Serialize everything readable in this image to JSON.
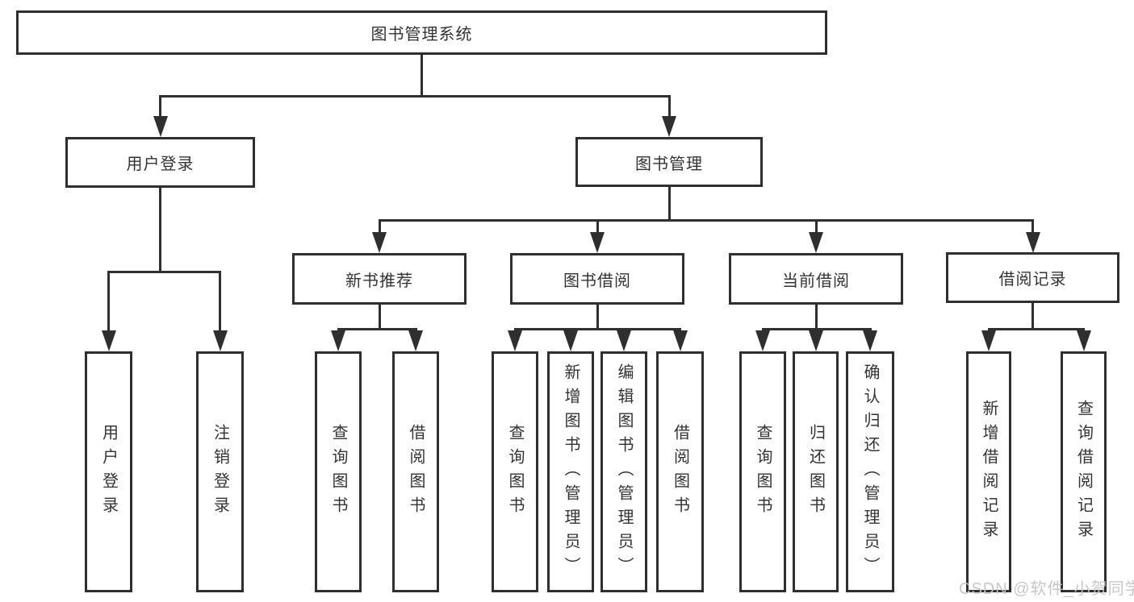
{
  "diagram": {
    "title": "图书管理系统",
    "type": "hierarchy-tree",
    "watermark": "CSDN @软件_小贺同学",
    "colors": {
      "background": "#ffffff",
      "box_fill": "#ffffff",
      "box_border": "#2f2f2f",
      "connector": "#2f2f2f",
      "text": "#333333",
      "watermark": "#c6c6c6"
    },
    "nodes": [
      {
        "id": "root",
        "label": "图书管理系统",
        "parent": null,
        "level": 1,
        "orientation": "horizontal"
      },
      {
        "id": "user-login",
        "label": "用户登录",
        "parent": "root",
        "level": 2,
        "orientation": "horizontal"
      },
      {
        "id": "book-mgmt",
        "label": "图书管理",
        "parent": "root",
        "level": 2,
        "orientation": "horizontal"
      },
      {
        "id": "new-book-rec",
        "label": "新书推荐",
        "parent": "book-mgmt",
        "level": 3,
        "orientation": "horizontal"
      },
      {
        "id": "book-borrow",
        "label": "图书借阅",
        "parent": "book-mgmt",
        "level": 3,
        "orientation": "horizontal"
      },
      {
        "id": "current-borrow",
        "label": "当前借阅",
        "parent": "book-mgmt",
        "level": 3,
        "orientation": "horizontal"
      },
      {
        "id": "borrow-records",
        "label": "借阅记录",
        "parent": "book-mgmt",
        "level": 3,
        "orientation": "horizontal"
      },
      {
        "id": "login",
        "label": "用户登录",
        "parent": "user-login",
        "level": 4,
        "orientation": "vertical"
      },
      {
        "id": "logout",
        "label": "注销登录",
        "parent": "user-login",
        "level": 4,
        "orientation": "vertical"
      },
      {
        "id": "query-books-1",
        "label": "查询图书",
        "parent": "new-book-rec",
        "level": 4,
        "orientation": "vertical"
      },
      {
        "id": "borrow-books-1",
        "label": "借阅图书",
        "parent": "new-book-rec",
        "level": 4,
        "orientation": "vertical"
      },
      {
        "id": "query-books-2",
        "label": "查询图书",
        "parent": "book-borrow",
        "level": 4,
        "orientation": "vertical"
      },
      {
        "id": "add-books",
        "label": "新增图书（管理员）",
        "parent": "book-borrow",
        "level": 4,
        "orientation": "vertical"
      },
      {
        "id": "edit-books",
        "label": "编辑图书（管理员）",
        "parent": "book-borrow",
        "level": 4,
        "orientation": "vertical"
      },
      {
        "id": "borrow-books-2",
        "label": "借阅图书",
        "parent": "book-borrow",
        "level": 4,
        "orientation": "vertical"
      },
      {
        "id": "query-books-3",
        "label": "查询图书",
        "parent": "current-borrow",
        "level": 4,
        "orientation": "vertical"
      },
      {
        "id": "return-books",
        "label": "归还图书",
        "parent": "current-borrow",
        "level": 4,
        "orientation": "vertical"
      },
      {
        "id": "confirm-return",
        "label": "确认归还（管理员）",
        "parent": "current-borrow",
        "level": 4,
        "orientation": "vertical"
      },
      {
        "id": "add-borrow-record",
        "label": "新增借阅记录",
        "parent": "borrow-records",
        "level": 4,
        "orientation": "vertical"
      },
      {
        "id": "query-borrow-record",
        "label": "查询借阅记录",
        "parent": "borrow-records",
        "level": 4,
        "orientation": "vertical"
      }
    ]
  }
}
